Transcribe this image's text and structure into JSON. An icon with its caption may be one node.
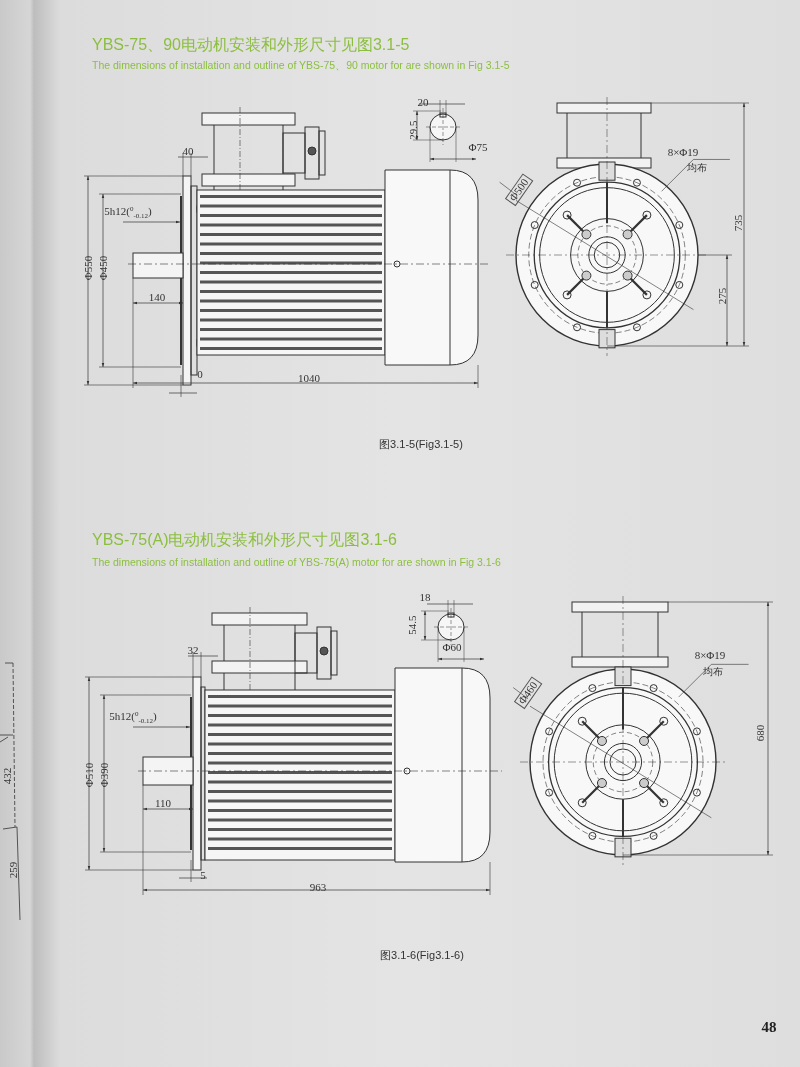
{
  "diagram": {
    "labels": [
      "YBS-75、90电动机安装和外形尺寸见图3.1-5",
      "The dimensions of installation and outline of YBS-75、90 motor for are shown in Fig 3.1-5",
      "20",
      "29.5",
      "Φ75",
      "40",
      "5h12($^{0}$$_{-0.12}$)",
      "Φ550",
      "Φ450",
      "140",
      "0",
      "1040",
      "Φ500",
      "8×Φ19",
      "均布",
      "735",
      "275",
      "图3.1-5(Fig3.1-5)",
      "YBS-75(A)电动机安装和外形尺寸见图3.1-6",
      "The dimensions of installation and outline of YBS-75(A) motor for are shown in Fig 3.1-6",
      "18",
      "54.5",
      "Φ60",
      "32",
      "5h12($^{0}$$_{-0.12}$)",
      "Φ510",
      "Φ390",
      "110",
      "5",
      "963",
      "Φ460",
      "8×Φ19",
      "均布",
      "680",
      "图3.1-6(Fig3.1-6)",
      "432",
      "259",
      "48"
    ]
  }
}
